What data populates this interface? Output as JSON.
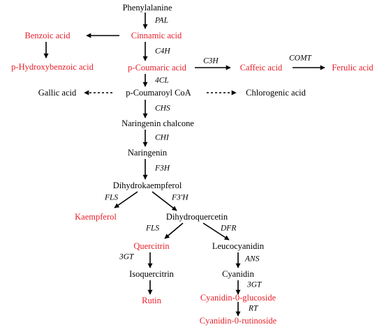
{
  "colors": {
    "product": "#e8202a",
    "compound": "#000000",
    "arrow": "#000000"
  },
  "compounds": {
    "phenylalanine": "Phenylalanine",
    "cinnamic_acid": "Cinnamic acid",
    "benzoic_acid": "Benzoic acid",
    "p_hydroxybenzoic_acid": "p-Hydroxybenzoic acid",
    "p_coumaric_acid": "p-Coumaric acid",
    "caffeic_acid": "Caffeic acid",
    "ferulic_acid": "Ferulic acid",
    "gallic_acid": "Gallic acid",
    "p_coumaroyl_coa": "p-Coumaroyl CoA",
    "chlorogenic_acid": "Chlorogenic acid",
    "naringenin_chalcone": "Naringenin chalcone",
    "naringenin": "Naringenin",
    "dihydrokaempferol": "Dihydrokaempferol",
    "kaempferol": "Kaempferol",
    "dihydroquercetin": "Dihydroquercetin",
    "quercitrin": "Quercitrin",
    "leucocyanidin": "Leucocyanidin",
    "isoquercitrin": "Isoquercitrin",
    "cyanidin": "Cyanidin",
    "rutin": "Rutin",
    "cyanidin_glucoside": "Cyanidin-0-glucoside",
    "cyanidin_rutinoside": "Cyanidin-0-rutinoside"
  },
  "enzymes": {
    "pal": "PAL",
    "c4h": "C4H",
    "c3h": "C3H",
    "comt": "COMT",
    "fourcl": "4CL",
    "chs": "CHS",
    "chi": "CHI",
    "f3h": "F3H",
    "fls_1": "FLS",
    "f3ph": "F3'H",
    "fls_2": "FLS",
    "dfr": "DFR",
    "ans": "ANS",
    "gt_1": "3GT",
    "gt_2": "3GT",
    "rt": "RT"
  }
}
